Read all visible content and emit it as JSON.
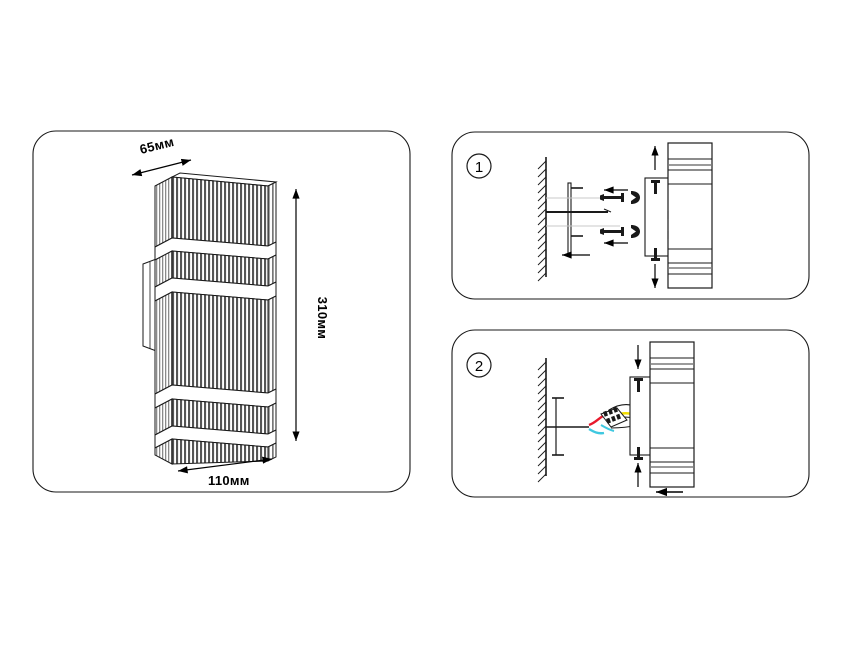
{
  "document": {
    "type": "installation-diagram",
    "background_color": "#ffffff",
    "line_color": "#1a1a1a",
    "guide_color": "#c8c8c8"
  },
  "panels": {
    "product_view": {
      "name": "product-dimension-panel",
      "dimensions": {
        "depth": "65мм",
        "height": "310мм",
        "width": "110мм"
      }
    },
    "steps": [
      {
        "number": "1",
        "name": "step-one-mount-bracket"
      },
      {
        "number": "2",
        "name": "step-two-wiring"
      }
    ]
  },
  "wire_colors": {
    "live": "#e8192c",
    "neutral": "#3fc8e0",
    "earth": "#f2dd00",
    "cable": "#ffffff"
  },
  "shading": {
    "rib_dark": "#4a4a4a",
    "rib_mid": "#6e6e6e",
    "rib_light": "#9a9a9a",
    "band_fill": "#ffffff",
    "body_edge": "#000000"
  }
}
